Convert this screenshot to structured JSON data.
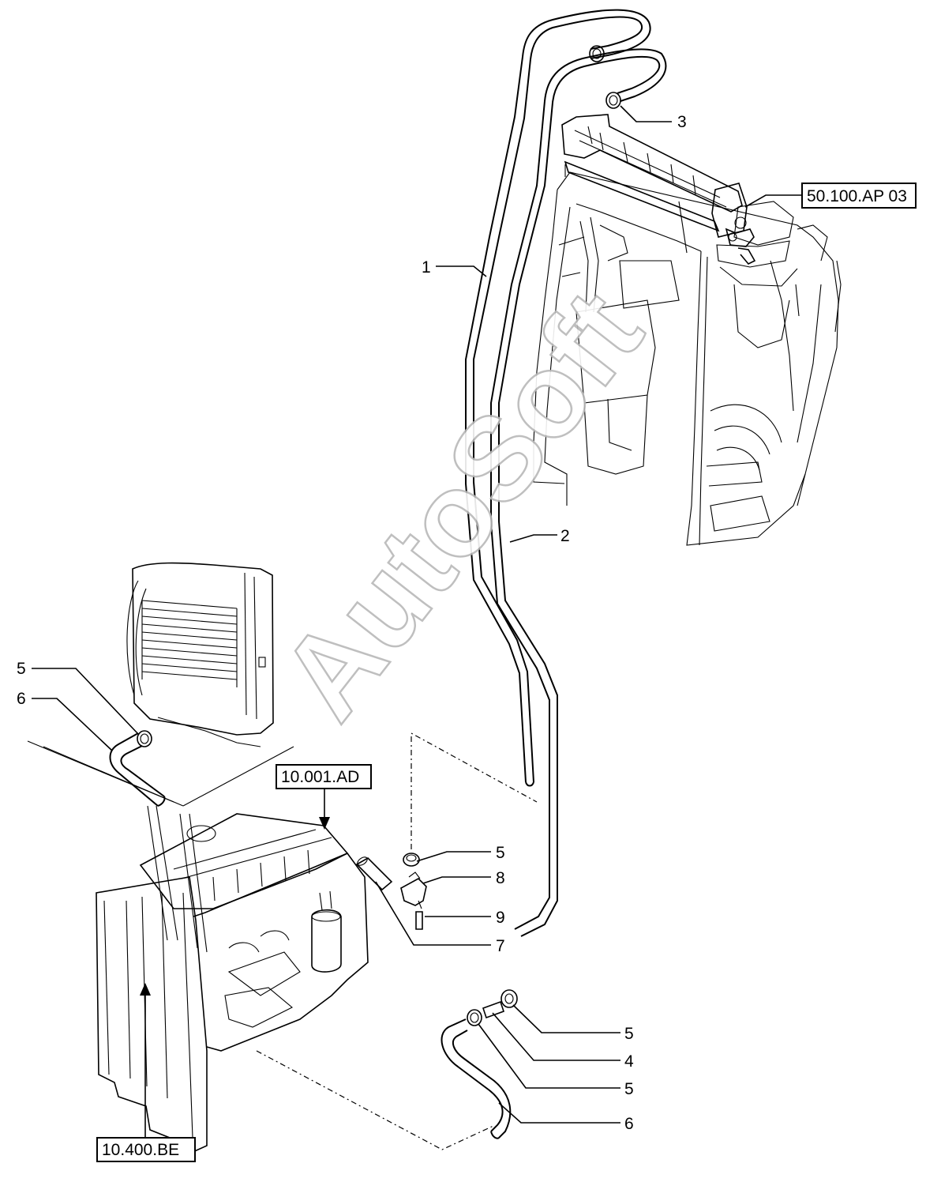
{
  "watermark": "AutoSoft",
  "references": {
    "heater_assembly": "50.100.AP 03",
    "engine": "10.001.AD",
    "radiator": "10.400.BE"
  },
  "callouts": {
    "c1": "1",
    "c2": "2",
    "c3": "3",
    "c5_left": "5",
    "c6_left": "6",
    "c5_mid": "5",
    "c8": "8",
    "c9": "9",
    "c7": "7",
    "c5_lower_a": "5",
    "c4": "4",
    "c5_lower_b": "5",
    "c6_lower": "6"
  }
}
